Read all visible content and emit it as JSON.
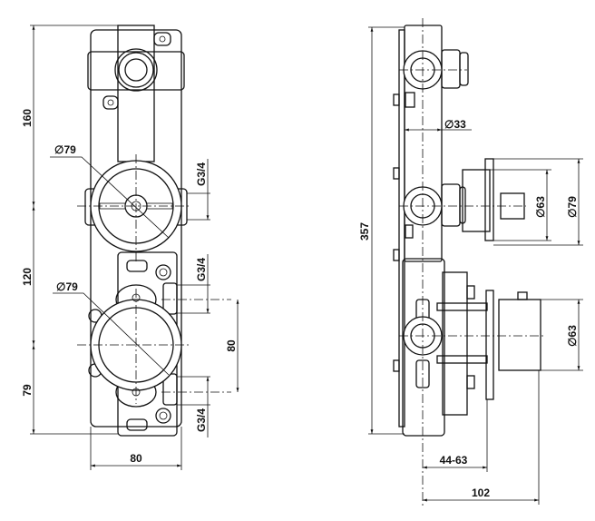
{
  "front_view": {
    "dim_top_height": "160",
    "dim_mid_height": "120",
    "dim_bottom_height": "79",
    "dim_width": "80",
    "dim_outlet_spacing": "80",
    "dim_dial_upper_diameter": "∅79",
    "dim_dial_lower_diameter": "∅79",
    "thread_upper": "G3/4",
    "thread_mid": "G3/4",
    "thread_lower": "G3/4"
  },
  "side_view": {
    "dim_total_height": "357",
    "dim_pipe_diameter": "∅33",
    "dim_upper_handle_diameter": "∅63",
    "dim_upper_flange_diameter": "∅79",
    "dim_lower_handle_diameter": "∅63",
    "dim_depth_adjust": "44-63",
    "dim_total_depth": "102"
  }
}
